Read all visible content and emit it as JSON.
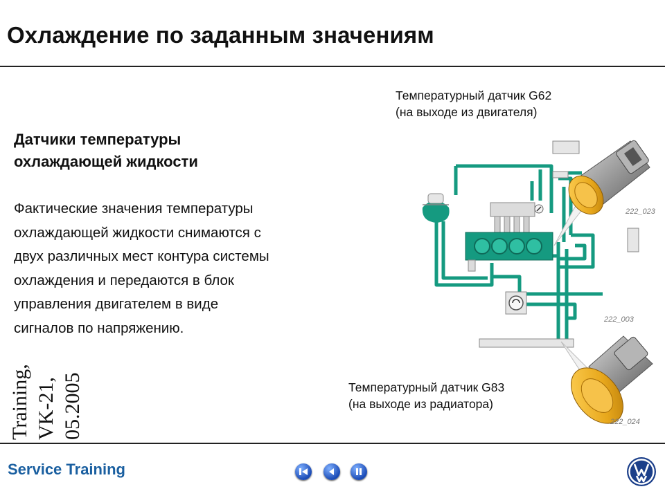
{
  "header": {
    "title": "Охлаждение по заданным значениям"
  },
  "content": {
    "subtitle_lines": [
      "Датчики температуры",
      "охлаждающей жидкости"
    ],
    "body_lines": [
      "Фактические значения температуры",
      "охлаждающей жидкости снимаются с",
      "двух различных мест контура системы",
      "охлаждения и передаются в блок",
      "управления двигателем в виде",
      "сигналов по напряжению."
    ]
  },
  "side_label": {
    "lines": [
      "Training,",
      "VK-21,",
      "05.2005"
    ]
  },
  "diagram": {
    "sensor_g62": {
      "line1": "Температурный датчик G62",
      "line2": "(на выходе из двигателя)"
    },
    "sensor_g83": {
      "line1": "Температурный датчик G83",
      "line2": "(на выходе из радиатора)"
    },
    "codes": {
      "top_sensor": "222_023",
      "circuit": "222_003",
      "bottom_sensor": "222_024"
    },
    "colors": {
      "coolant": "#159a80",
      "sensor_housing": "#9a9a9a",
      "sensor_body": "#e8a81c"
    }
  },
  "footer": {
    "brand": "Service Training",
    "nav": [
      "rewind-icon",
      "back-icon",
      "pause-icon"
    ],
    "logo": "vw-logo"
  }
}
